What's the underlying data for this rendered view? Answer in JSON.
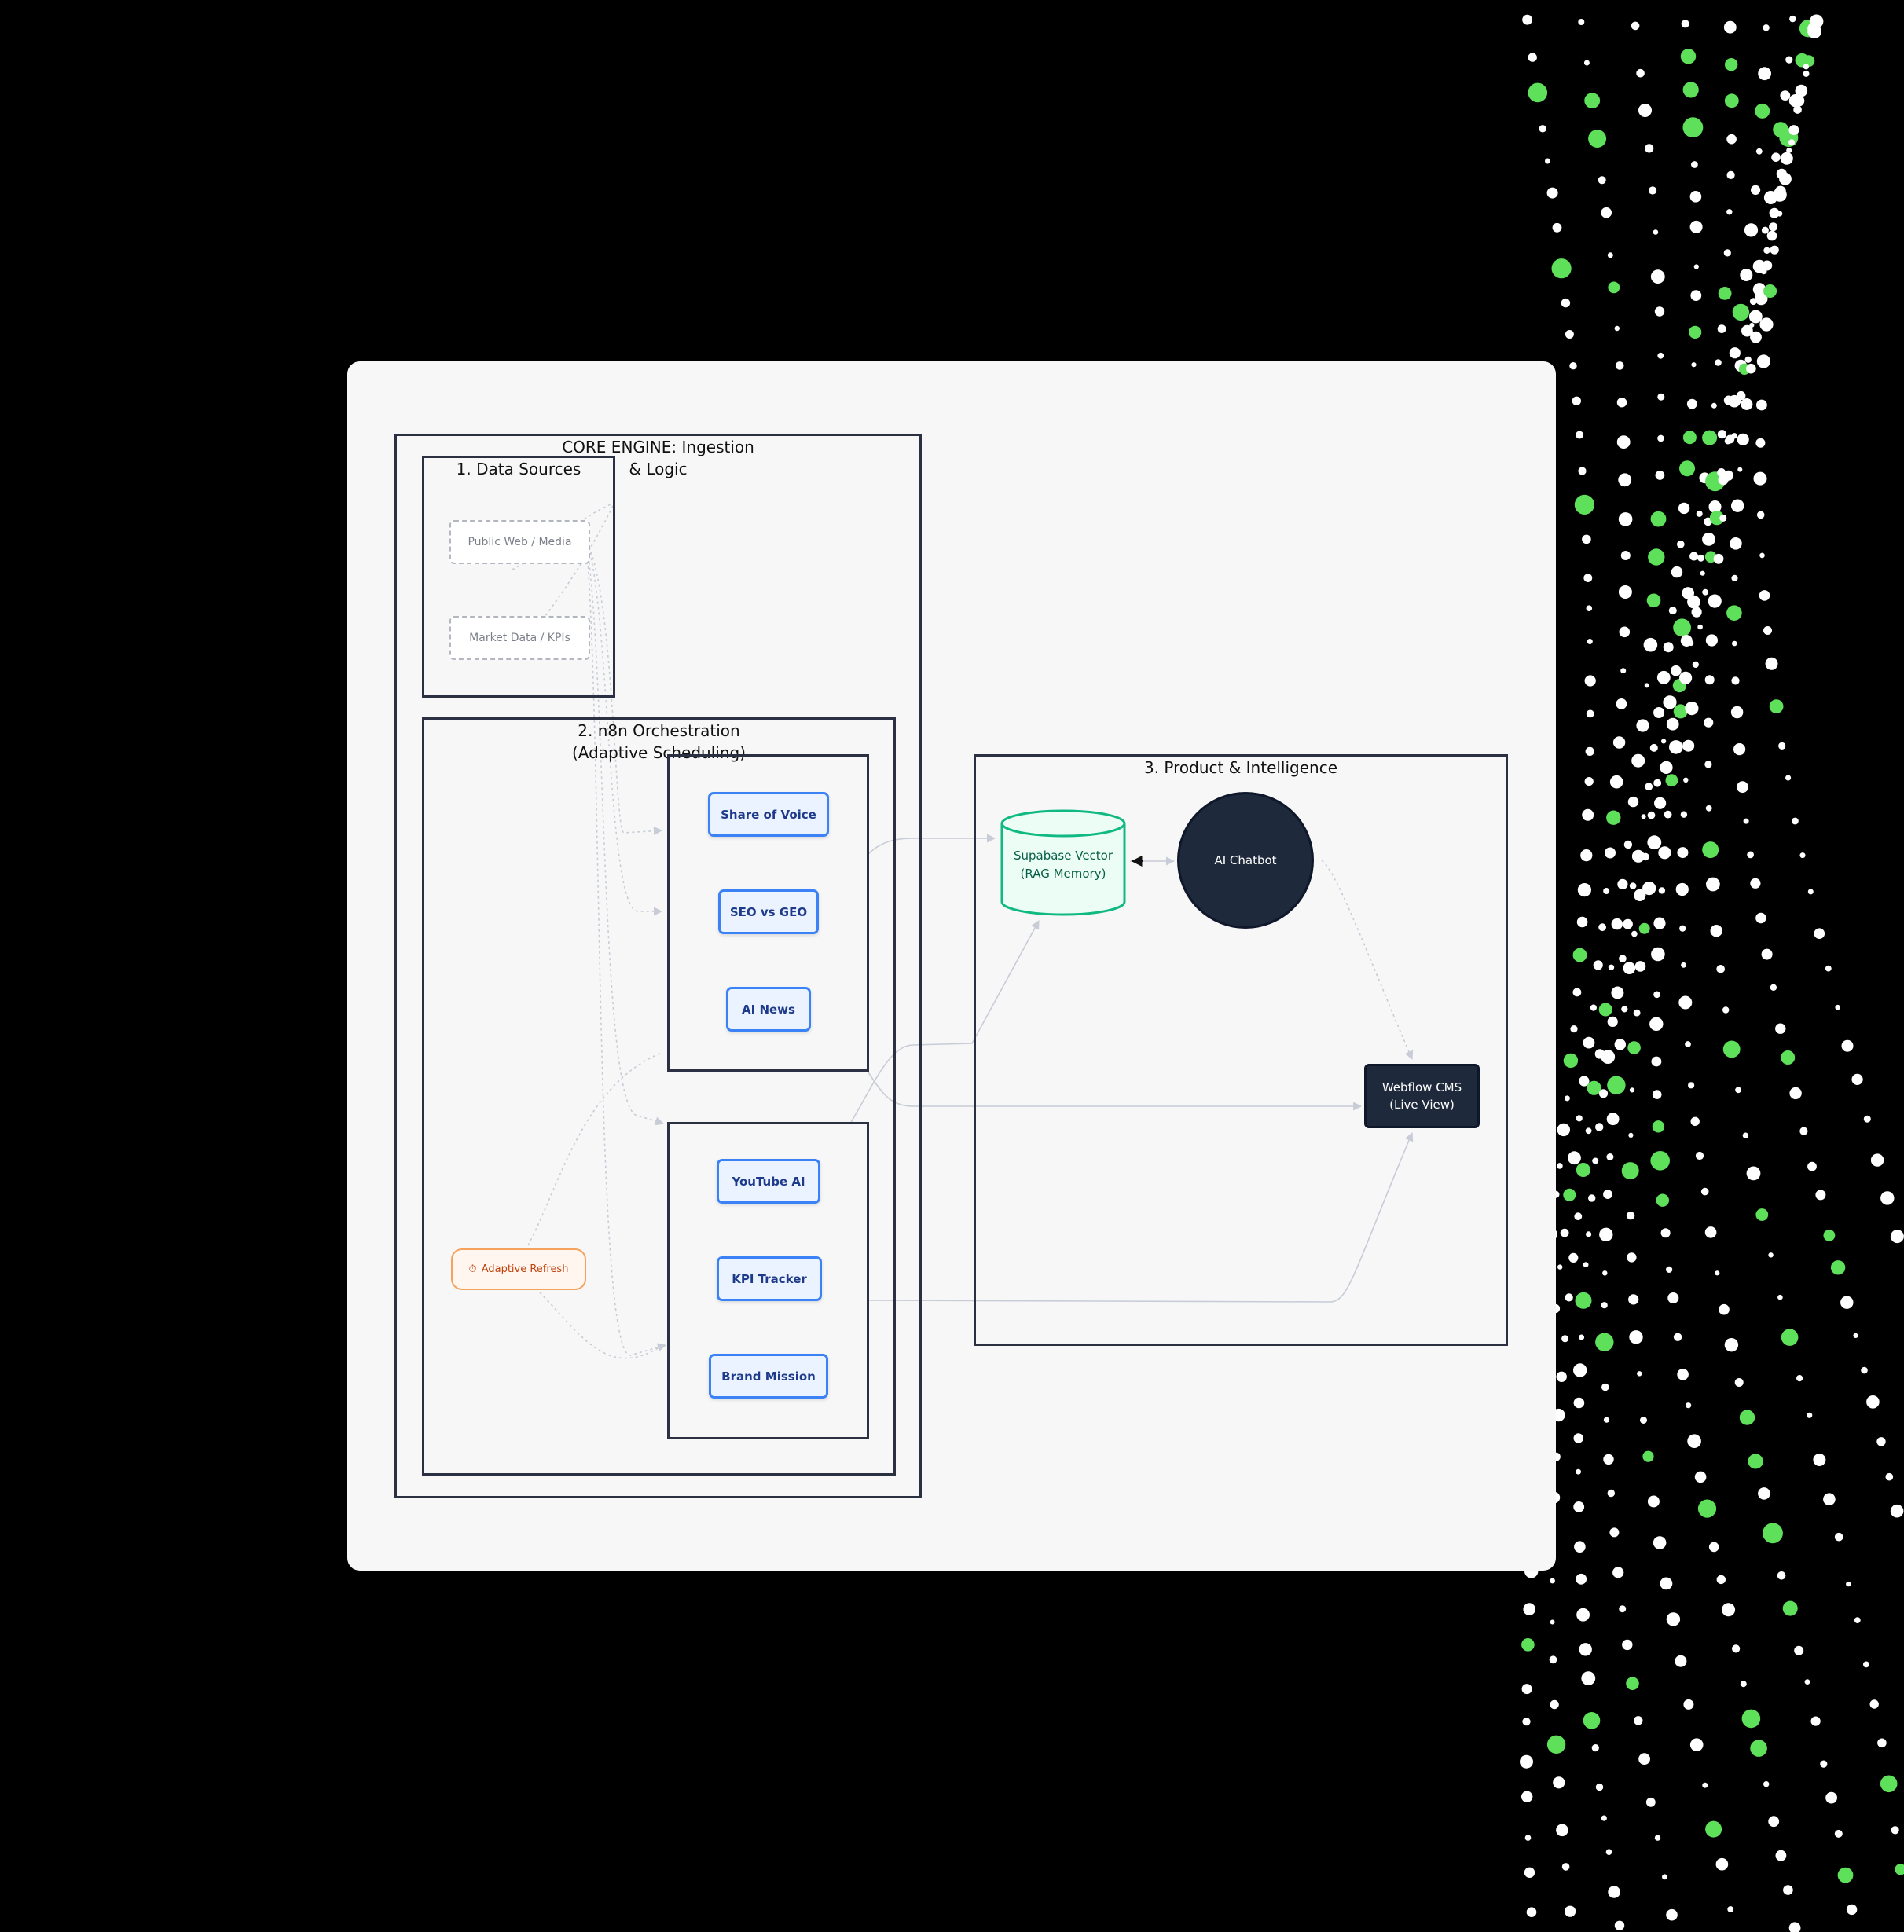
{
  "diagram": {
    "groups": {
      "core_engine": "CORE ENGINE: Ingestion & Logic",
      "data_sources": "1. Data Sources",
      "orchestration": "2. n8n Orchestration (Adaptive Scheduling)",
      "product": "3. Product & Intelligence"
    },
    "nodes": {
      "public_web": "Public Web / Media",
      "market_data": "Market Data / KPIs",
      "adaptive_refresh": "Adaptive Refresh",
      "share_of_voice": "Share of Voice",
      "seo_vs_geo": "SEO vs GEO",
      "ai_news": "AI News",
      "youtube_ai": "YouTube AI",
      "kpi_tracker": "KPI Tracker",
      "brand_mission": "Brand Mission",
      "supabase": "Supabase Vector (RAG Memory)",
      "ai_chatbot": "AI Chatbot",
      "webflow": "Webflow CMS (Live View)"
    },
    "colors": {
      "background": "#000000",
      "card": "#f7f7f8",
      "group_border": "#2b3142",
      "blue_node_border": "#3b82f6",
      "blue_node_fill": "#eaf3ff",
      "supabase_border": "#10b981",
      "supabase_fill": "#ecfdf5",
      "dark_node": "#1e293b",
      "orange_border": "#f5a35c",
      "edge": "#c7ccd6",
      "dot_green": "#5ee05a",
      "dot_white": "#ffffff"
    },
    "icons": {
      "adaptive_refresh": "stopwatch-icon"
    }
  }
}
